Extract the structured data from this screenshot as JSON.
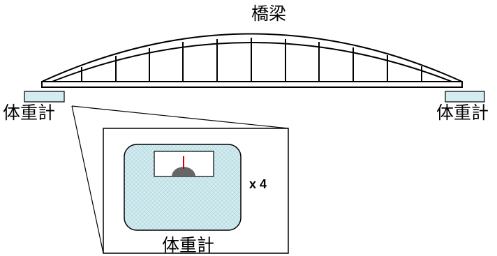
{
  "labels": {
    "bridge": "橋梁",
    "left_scale": "体重計",
    "right_scale": "体重計",
    "zoom_scale": "体重計",
    "multiplier": "x 4"
  },
  "colors": {
    "line": "#000000",
    "scale_fill": "#d4ecf0",
    "scale_pattern": "#9fcad6",
    "gauge_needle": "#cc0000",
    "gauge_dial": "#666666"
  }
}
